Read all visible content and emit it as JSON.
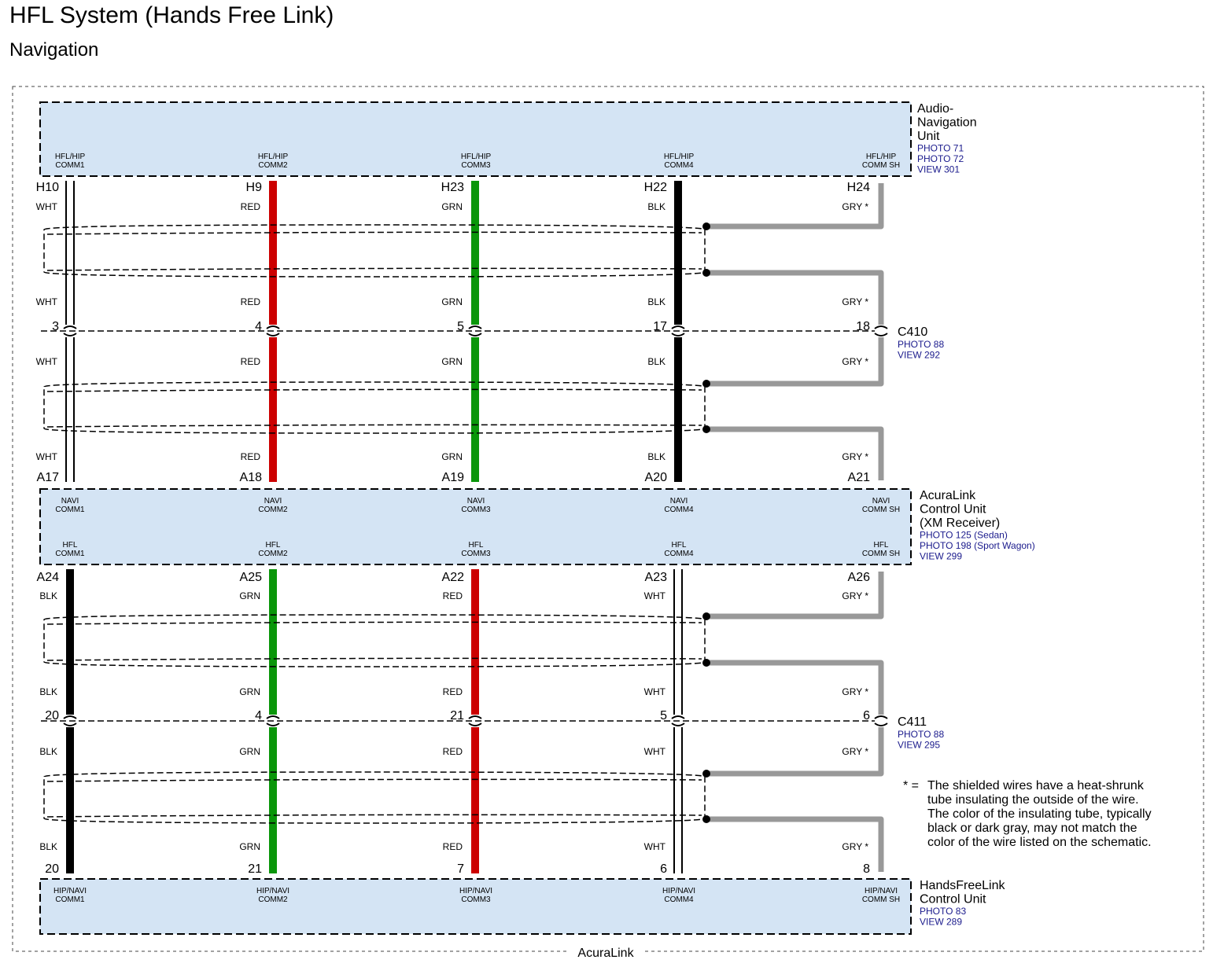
{
  "header": {
    "title": "HFL System (Hands Free Link)",
    "subtitle": "Navigation"
  },
  "footer_label": "AcuraLink",
  "colors": {
    "box_fill": "#d4e4f4",
    "WHT": "#ffffff",
    "RED": "#cc0000",
    "GRN": "#0a960a",
    "BLK": "#000000",
    "GRY": "#999999",
    "ref_text": "#1a1a8c"
  },
  "components": [
    {
      "id": "audio-nav",
      "name_lines": [
        "Audio-",
        "Navigation",
        "Unit"
      ],
      "refs": [
        "PHOTO 71",
        "PHOTO 72",
        "VIEW 301"
      ],
      "terminals_top": [],
      "terminals_bottom": [
        [
          "HFL/HIP",
          "COMM1"
        ],
        [
          "HFL/HIP",
          "COMM2"
        ],
        [
          "HFL/HIP",
          "COMM3"
        ],
        [
          "HFL/HIP",
          "COMM4"
        ],
        [
          "HFL/HIP",
          "COMM SH"
        ]
      ]
    },
    {
      "id": "acuralink",
      "name_lines": [
        "AcuraLink",
        "Control Unit",
        "(XM Receiver)"
      ],
      "refs": [
        "PHOTO 125 (Sedan)",
        "PHOTO 198 (Sport Wagon)",
        "VIEW 299"
      ],
      "terminals_top": [
        [
          "NAVI",
          "COMM1"
        ],
        [
          "NAVI",
          "COMM2"
        ],
        [
          "NAVI",
          "COMM3"
        ],
        [
          "NAVI",
          "COMM4"
        ],
        [
          "NAVI",
          "COMM SH"
        ]
      ],
      "terminals_bottom": [
        [
          "HFL",
          "COMM1"
        ],
        [
          "HFL",
          "COMM2"
        ],
        [
          "HFL",
          "COMM3"
        ],
        [
          "HFL",
          "COMM4"
        ],
        [
          "HFL",
          "COMM SH"
        ]
      ]
    },
    {
      "id": "handsfreelink",
      "name_lines": [
        "HandsFreeLink",
        "Control Unit"
      ],
      "refs": [
        "PHOTO 83",
        "VIEW 289"
      ],
      "terminals_top": [
        [
          "HIP/NAVI",
          "COMM1"
        ],
        [
          "HIP/NAVI",
          "COMM2"
        ],
        [
          "HIP/NAVI",
          "COMM3"
        ],
        [
          "HIP/NAVI",
          "COMM4"
        ],
        [
          "HIP/NAVI",
          "COMM SH"
        ]
      ],
      "terminals_bottom": []
    }
  ],
  "sections": [
    {
      "top_pins": [
        "H10",
        "H9",
        "H23",
        "H22",
        "H24"
      ],
      "colors": [
        "WHT",
        "RED",
        "GRN",
        "BLK",
        "GRY *"
      ],
      "connector": {
        "name": "C410",
        "refs": [
          "PHOTO 88",
          "VIEW 292"
        ],
        "pins": [
          "3",
          "4",
          "5",
          "17",
          "18"
        ]
      },
      "bottom_pins": [
        "A17",
        "A18",
        "A19",
        "A20",
        "A21"
      ]
    },
    {
      "top_pins": [
        "A24",
        "A25",
        "A22",
        "A23",
        "A26"
      ],
      "colors": [
        "BLK",
        "GRN",
        "RED",
        "WHT",
        "GRY *"
      ],
      "connector": {
        "name": "C411",
        "refs": [
          "PHOTO 88",
          "VIEW 295"
        ],
        "pins": [
          "20",
          "4",
          "21",
          "5",
          "6"
        ]
      },
      "bottom_pins": [
        "20",
        "21",
        "7",
        "6",
        "8"
      ]
    }
  ],
  "note": {
    "marker": "* =",
    "lines": [
      "The shielded wires have a heat-shrunk",
      "tube insulating the outside of the wire.",
      "The color of the insulating tube, typically",
      "black or dark gray, may not match the",
      "color of the wire listed on the schematic."
    ]
  }
}
